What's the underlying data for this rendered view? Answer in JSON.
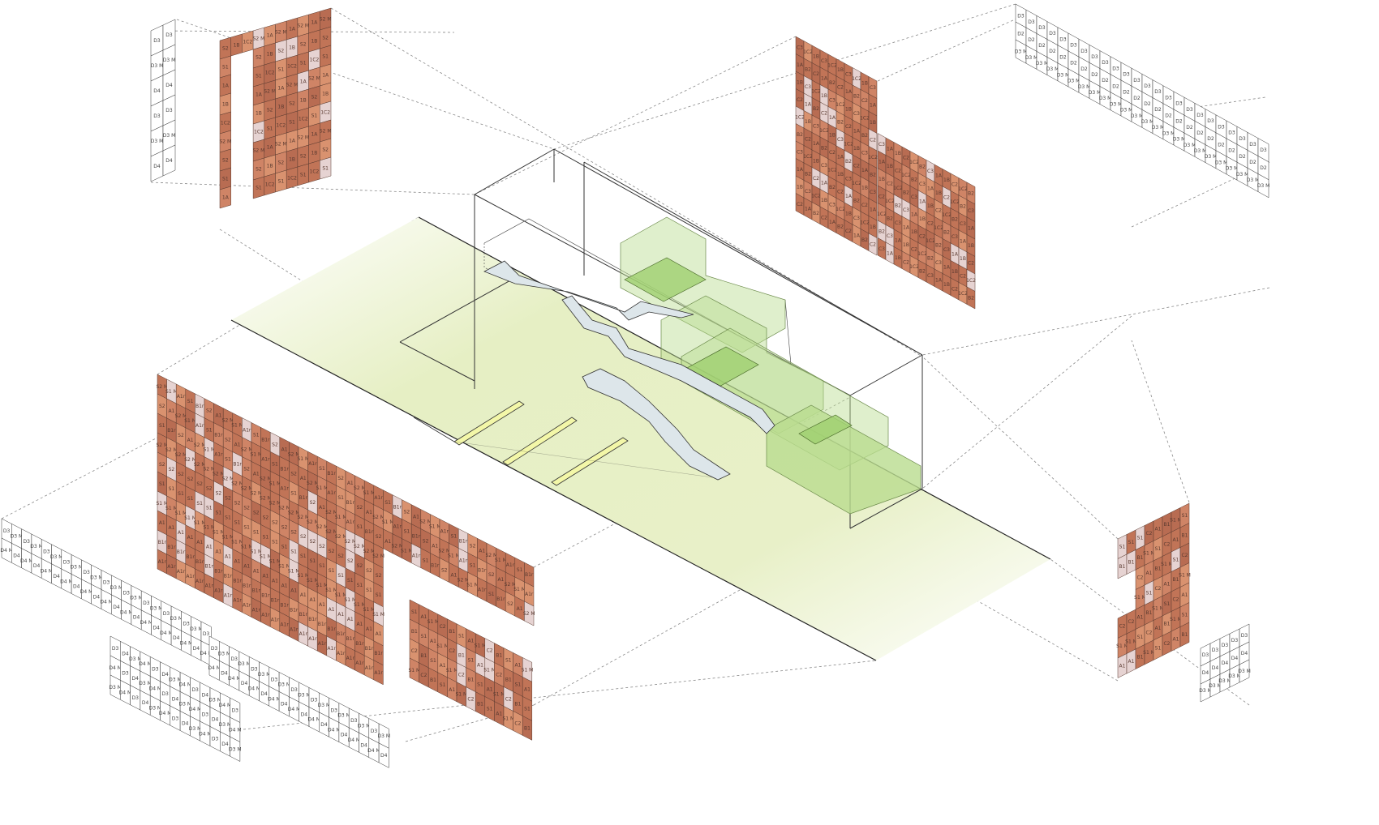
{
  "diagram": {
    "colors": {
      "panel_dark": "#c17457",
      "panel_mid": "#d9926f",
      "panel_light": "#e6d3d2",
      "panel_outline": "#5b3b30",
      "white_panel_stroke": "#333333",
      "ground_green": "#e6efc4",
      "volume_green": "#b9dc8f",
      "stair_blue": "#dde6ea",
      "projection_line": "#888888"
    },
    "facades": [
      {
        "name": "facade-top-left-white",
        "labels": [
          "D3",
          "D3 M",
          "D4"
        ]
      },
      {
        "name": "facade-top-left-clad",
        "labels": [
          "S2",
          "S1",
          "1A",
          "1B",
          "1C2",
          "S2 M"
        ]
      },
      {
        "name": "facade-top-right-clad",
        "labels": [
          "C3",
          "1A",
          "1B",
          "C2",
          "1C2",
          "B2"
        ]
      },
      {
        "name": "facade-top-right-white",
        "labels": [
          "D3",
          "D2",
          "D3 M"
        ]
      },
      {
        "name": "facade-bottom-left-clad",
        "labels": [
          "S2 M",
          "S2",
          "S1",
          "S1 M",
          "A1",
          "B1r",
          "A1r"
        ]
      },
      {
        "name": "facade-bottom-left-white",
        "labels": [
          "D3",
          "D4 M",
          "D3 M",
          "D4"
        ]
      },
      {
        "name": "facade-bottom-right-clad",
        "labels": [
          "S1",
          "B1",
          "C2",
          "S1 M",
          "A1"
        ]
      },
      {
        "name": "facade-bottom-right-white",
        "labels": [
          "D3",
          "D4",
          "D3 M"
        ]
      }
    ]
  }
}
